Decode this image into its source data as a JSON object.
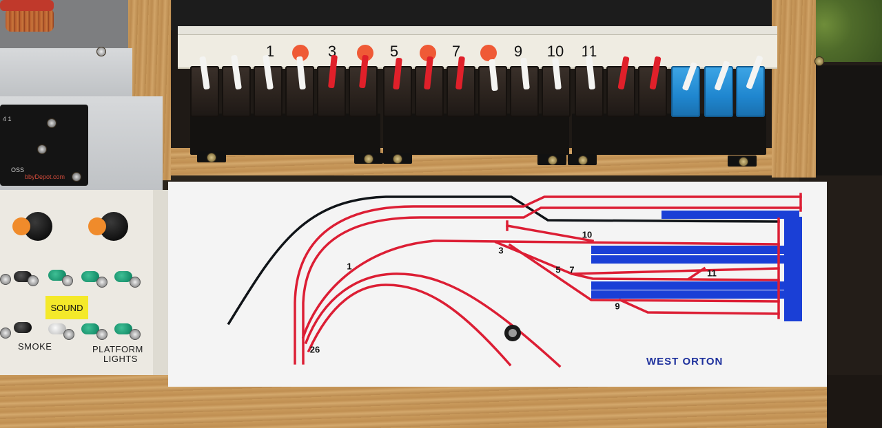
{
  "lever_numbers": {
    "n1": "1",
    "n3": "3",
    "n5": "5",
    "n7": "7",
    "n9": "9",
    "n10": "10",
    "n11": "11"
  },
  "track_numbers": {
    "t1": "1",
    "t3": "3",
    "t5": "5",
    "t7": "7",
    "t9": "9",
    "t10": "10",
    "t11": "11",
    "t26": "26"
  },
  "control_labels": {
    "sound": "SOUND",
    "smoke": "SMOKE",
    "platform_line1": "PLATFORM",
    "platform_line2": "LIGHTS"
  },
  "display_text": {
    "line1": "4 1",
    "line2": "OSS",
    "line3": "bbyDepot.com"
  },
  "station_name": "WEST ORTON",
  "colors": {
    "track_red": "#dc1e34",
    "track_blue": "#1a3fd6",
    "track_black": "#101418",
    "lever_red": "#e0202a",
    "frame_blue": "#1f86cf",
    "label_yellow": "#f4e92a",
    "knob_orange": "#f08b2b",
    "toggle_green": "#128a66"
  }
}
